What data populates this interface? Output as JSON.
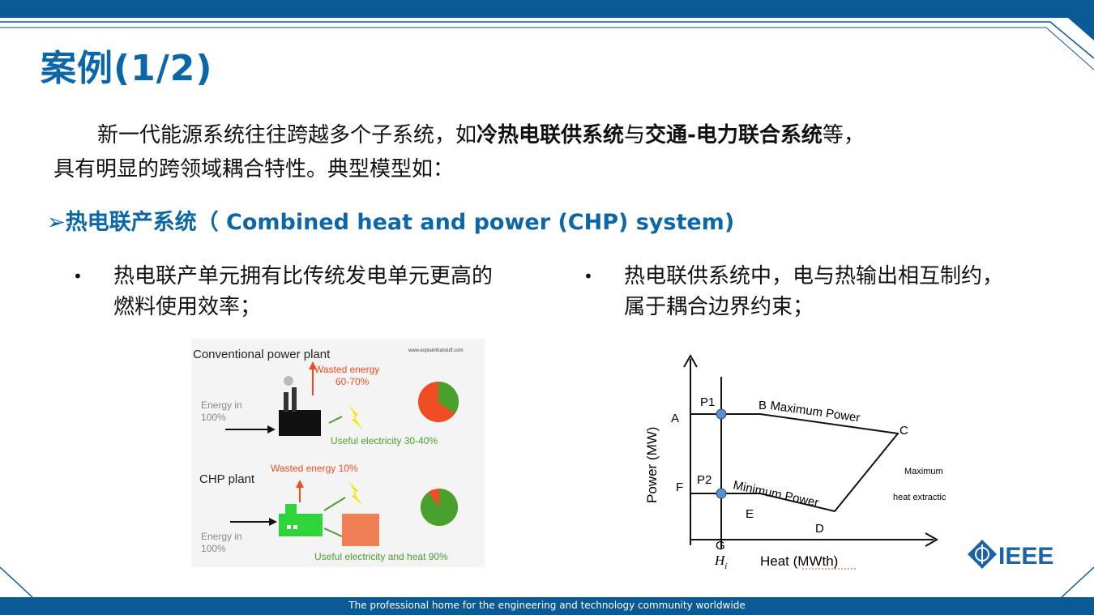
{
  "slide": {
    "title": "案例(1/2)",
    "intro": {
      "p1_a": "新一代能源系统往往跨越多个子系统，如",
      "p1_b": "冷热电联供系统",
      "p1_c": "与",
      "p1_d": "交通-电力联合系统",
      "p1_e": "等，",
      "p2": "具有明显的跨领域耦合特性。典型模型如："
    },
    "section_heading": "➢热电联产系统（ Combined heat and power (CHP) system)",
    "bullets": [
      {
        "marker": "•",
        "line1": "热电联产单元拥有比传统发电单元更高的",
        "line2": "燃料使用效率；"
      },
      {
        "marker": "•",
        "line1": "热电联供系统中，电与热输出相互制约，",
        "line2": "属于耦合边界约束；"
      }
    ],
    "footer": "The professional home for the engineering and technology community worldwide",
    "logo_text": "IEEE"
  },
  "plant_figure": {
    "site": "www.explainthatstuff.com",
    "conventional": {
      "heading": "Conventional power plant",
      "wasted": "Wasted energy",
      "wasted_pct": "60-70%",
      "input_l1": "Energy in",
      "input_l2": "100%",
      "useful": "Useful electricity 30-40%",
      "pie_useful_fraction": 0.35
    },
    "chp": {
      "heading": "CHP plant",
      "wasted": "Wasted energy 10%",
      "input_l1": "Energy in",
      "input_l2": "100%",
      "useful": "Useful electricity and heat 90%",
      "pie_useful_fraction": 0.9
    }
  },
  "chp_region": {
    "xlabel": "Heat (MWth)",
    "ylabel": "Power (MW)",
    "points": {
      "A": "A",
      "B": "B",
      "C": "C",
      "D": "D",
      "E": "E",
      "F": "F",
      "G": "G",
      "P1": "P1",
      "P2": "P2",
      "Hi": "H"
    },
    "hi_sub": "i",
    "max_power": "Maximum Power",
    "min_power": "Minimum Power",
    "max_heat_l1": "Maximum",
    "max_heat_l2": "heat extractic"
  },
  "colors": {
    "accent": "#0b67a8",
    "bar": "#0a5a96",
    "waste": "#f04c24",
    "useful": "#4aa02c",
    "point": "#5a8fd0"
  }
}
